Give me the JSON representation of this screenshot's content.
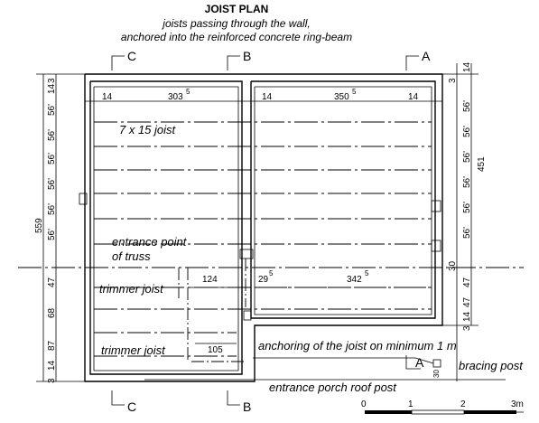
{
  "header": {
    "title": "JOIST PLAN",
    "subtitle_1": "joists passing through the wall,",
    "subtitle_2": "anchored into the reinforced concrete ring-beam"
  },
  "sections": {
    "a_top": "A",
    "b_top": "B",
    "c_top": "C",
    "a_bottom": "A",
    "b_bottom": "B",
    "c_bottom": "C"
  },
  "annotations": {
    "joist_size": "7 x 15 joist",
    "entrance_point_1": "entrance point",
    "entrance_point_2": "of truss",
    "trimmer_upper": "trimmer joist",
    "trimmer_lower": "trimmer joist",
    "anchoring": "anchoring of the joist on minimum 1 m",
    "bracing_post": "bracing post",
    "porch_post": "entrance porch roof post",
    "post_size": "30"
  },
  "dimensions": {
    "top_left_end": "14",
    "top_left_span": "303",
    "top_left_span_sup": "5",
    "top_right_start": "14",
    "top_right_span": "350",
    "top_right_span_sup": "5",
    "top_right_end": "14",
    "mid_124": "124",
    "mid_29": "29",
    "mid_29_sup": "5",
    "mid_342": "342",
    "mid_342_sup": "5",
    "bottom_105": "105",
    "left_3": "3",
    "left_14": "14",
    "left_56a": "56'",
    "left_56b": "56'",
    "left_56c": "56'",
    "left_56d": "56'",
    "left_56e": "56'",
    "left_56f": "56'",
    "left_47": "47",
    "left_68": "68",
    "left_87": "87",
    "left_14b": "14",
    "left_3b": "3",
    "left_total": "559",
    "right_3": "3",
    "right_14": "14",
    "right_56a": "56'",
    "right_56b": "56'",
    "right_56c": "56'",
    "right_56d": "56'",
    "right_56e": "56'",
    "right_56f": "56'",
    "right_total": "451",
    "right_30": "30",
    "right_47a": "47",
    "right_47b": "47",
    "right_14b": "14",
    "right_3b": "3"
  },
  "scale": {
    "zero": "0",
    "one": "1",
    "two": "2",
    "three": "3m"
  }
}
